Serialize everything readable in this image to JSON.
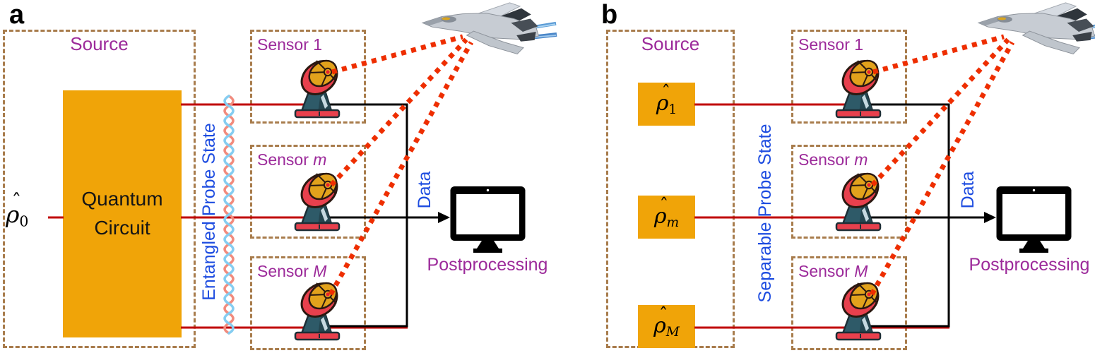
{
  "figure": {
    "colors": {
      "accent_orange": "#f0a408",
      "dashed_brown": "#a87c4c",
      "label_purple": "#9c2a9a",
      "label_blue": "#1d4ce0",
      "wire_red": "#c00000",
      "beam_red": "#ee2e00",
      "helix_pink": "#f28b7d",
      "helix_blue": "#85cdf1"
    },
    "panels": [
      {
        "tag": "a",
        "source_label": "Source",
        "quantum_circuit": {
          "line1": "Quantum",
          "line2": "Circuit"
        },
        "input_state": {
          "hat": "ˆ",
          "base": "ρ",
          "sub": "0",
          "sub_italic": "false"
        },
        "probe_state_label": "Entangled Probe State",
        "sensors": [
          {
            "prefix": "Sensor ",
            "var": "1",
            "var_italic": "false"
          },
          {
            "prefix": "Sensor ",
            "var": "m",
            "var_italic": "true"
          },
          {
            "prefix": "Sensor ",
            "var": "M",
            "var_italic": "true"
          }
        ],
        "data_label": "Data",
        "postprocessing_label": "Postprocessing"
      },
      {
        "tag": "b",
        "source_label": "Source",
        "probe_states": [
          {
            "hat": "ˆ",
            "base": "ρ",
            "sub": "1",
            "sub_italic": "false"
          },
          {
            "hat": "ˆ",
            "base": "ρ",
            "sub": "m",
            "sub_italic": "true"
          },
          {
            "hat": "ˆ",
            "base": "ρ",
            "sub": "M",
            "sub_italic": "true"
          }
        ],
        "probe_state_label": "Separable Probe State",
        "sensors": [
          {
            "prefix": "Sensor ",
            "var": "1",
            "var_italic": "false"
          },
          {
            "prefix": "Sensor ",
            "var": "m",
            "var_italic": "true"
          },
          {
            "prefix": "Sensor ",
            "var": "M",
            "var_italic": "true"
          }
        ],
        "data_label": "Data",
        "postprocessing_label": "Postprocessing"
      }
    ]
  }
}
